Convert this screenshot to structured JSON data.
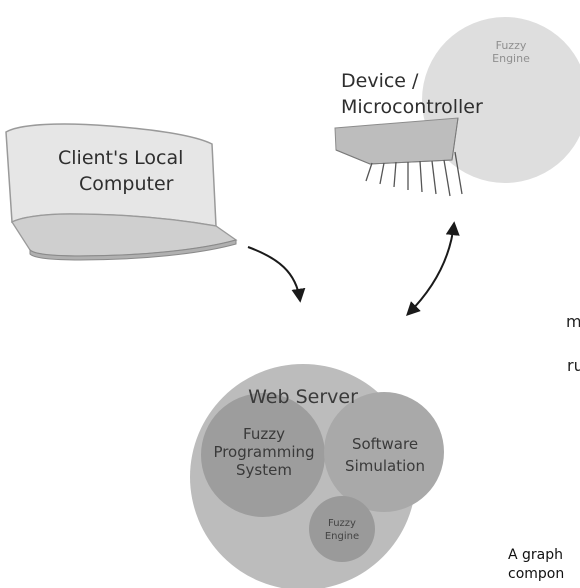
{
  "diagram": {
    "device": {
      "label_line1": "Device /",
      "label_line2": "Microcontroller",
      "engine_line1": "Fuzzy",
      "engine_line2": "Engine"
    },
    "client": {
      "label_line1": "Client's Local",
      "label_line2": "Computer"
    },
    "web_server": {
      "label": "Web Server",
      "fps_line1": "Fuzzy",
      "fps_line2": "Programming",
      "fps_line3": "System",
      "sim_line1": "Software",
      "sim_line2": "Simulation",
      "engine_line1": "Fuzzy",
      "engine_line2": "Engine"
    }
  },
  "side_text": {
    "line1": "m",
    "line2": "ru"
  },
  "caption": {
    "line1": "A graph",
    "line2": "compon"
  },
  "colors": {
    "light_circle": "#dedede",
    "mid_circle": "#b9b9b9",
    "dark_circle": "#9a9a9a",
    "laptop_screen": "#e3e3e3",
    "laptop_base": "#c8c8c8",
    "chip": "#b4b4b4",
    "arrow": "#1a1a1a"
  }
}
